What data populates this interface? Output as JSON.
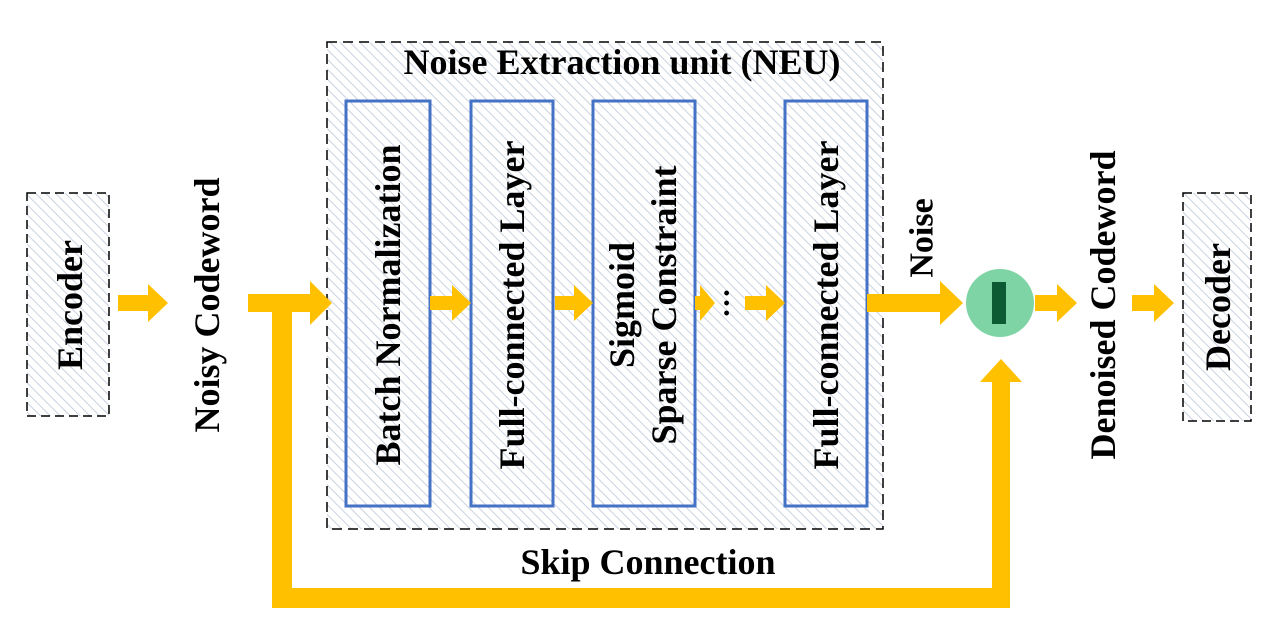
{
  "colors": {
    "arrow": "#ffc000",
    "block_border": "#4472c4",
    "dashed_border": "#000000",
    "hatch": "#c9d2e0",
    "subtract_circle": "#7fd4a5",
    "subtract_bar": "#0b5a34"
  },
  "labels": {
    "encoder": "Encoder",
    "noisy_codeword": "Noisy Codeword",
    "neu_title": "Noise Extraction unit (NEU)",
    "batch_norm": "Batch Normalization",
    "fc_layer_1": "Full-connected Layer",
    "sigmoid": "Sigmoid",
    "sparse_constraint": "Sparse Constraint",
    "ellipsis": "···",
    "fc_layer_2": "Full-connected Layer",
    "noise": "Noise",
    "denoised_codeword": "Denoised Codeword",
    "decoder": "Decoder",
    "skip_connection": "Skip Connection"
  }
}
